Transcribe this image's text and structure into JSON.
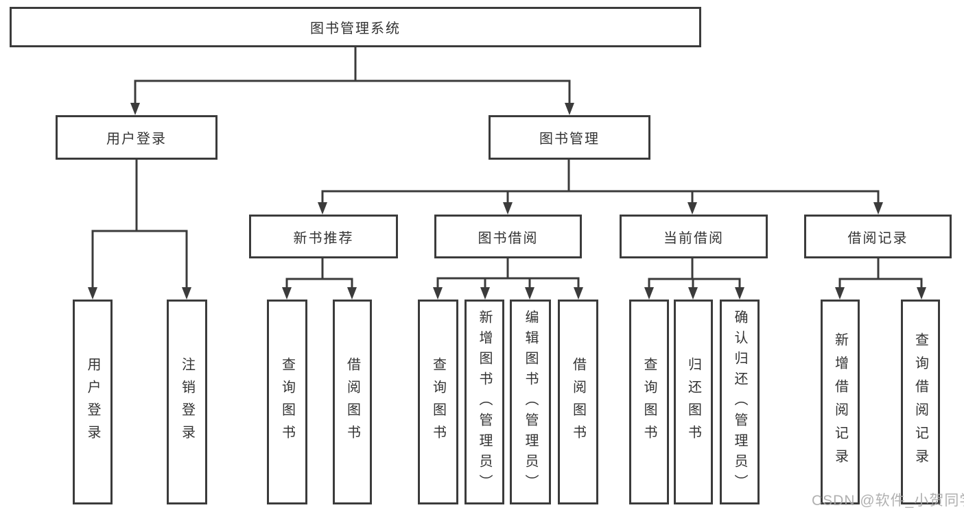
{
  "colors": {
    "line": "#3b3b3b",
    "text": "#333333",
    "background": "#ffffff",
    "watermark": "#a8a8a8"
  },
  "nodes": {
    "root": "图书管理系统",
    "user_login": "用户登录",
    "book_mgmt": "图书管理",
    "new_book": "新书推荐",
    "book_borrow": "图书借阅",
    "current_borrow": "当前借阅",
    "borrow_record": "借阅记录",
    "login_leaf_1": "用户登录",
    "login_leaf_2": "注销登录",
    "new_book_leaf_1": "查询图书",
    "new_book_leaf_2": "借阅图书",
    "book_borrow_leaf_1": "查询图书",
    "book_borrow_leaf_2": "新增图书（管理员）",
    "book_borrow_leaf_3": "编辑图书（管理员）",
    "book_borrow_leaf_4": "借阅图书",
    "current_borrow_leaf_1": "查询图书",
    "current_borrow_leaf_2": "归还图书",
    "current_borrow_leaf_3": "确认归还（管理员）",
    "borrow_record_leaf_1": "新增借阅记录",
    "borrow_record_leaf_2": "查询借阅记录"
  },
  "watermark": "CSDN @软件_小贺同学"
}
